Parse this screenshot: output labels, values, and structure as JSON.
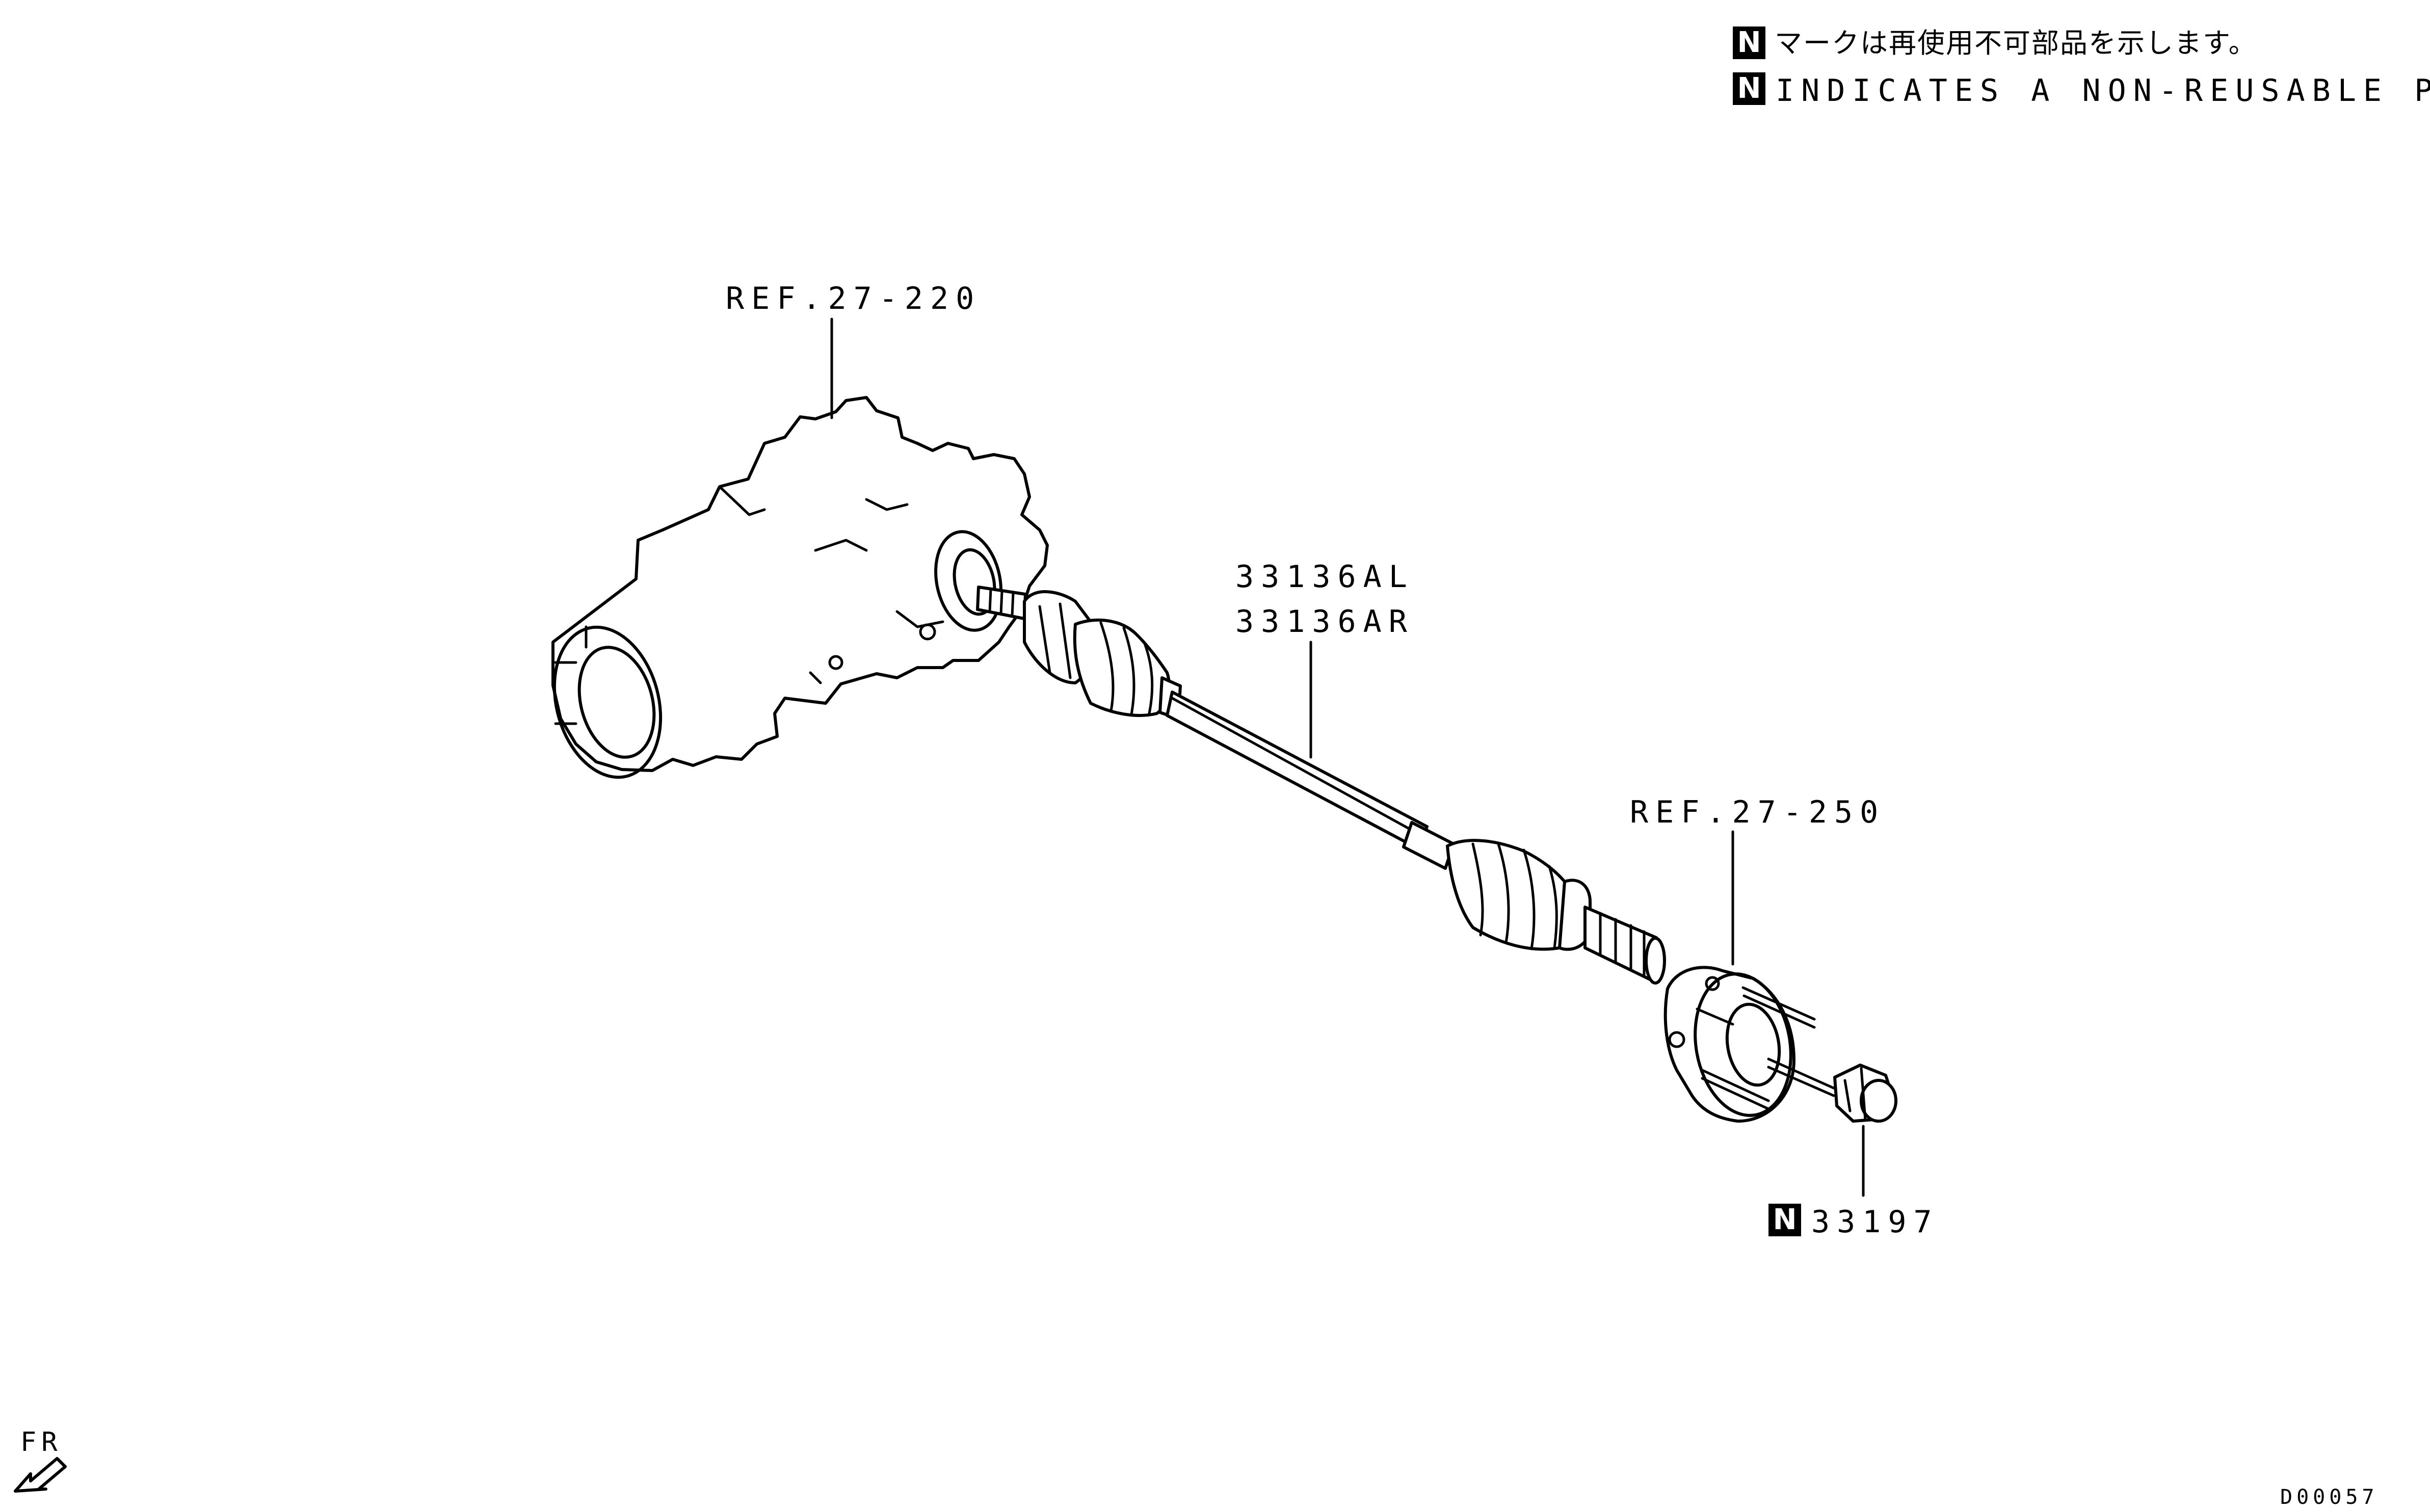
{
  "legend": {
    "badge": "N",
    "line_jp": "マークは再使用不可部品を示します。",
    "line_en": "INDICATES A NON-REUSABLE PART."
  },
  "callouts": {
    "transfer_ref": "REF.27-220",
    "shaft_left": "33136AL",
    "shaft_right": "33136AR",
    "hub_ref": "REF.27-250",
    "nut_badge": "N",
    "nut_part": "33197"
  },
  "orientation": {
    "label": "FR",
    "icon": "front-arrow-icon"
  },
  "figure_id": "D00057"
}
